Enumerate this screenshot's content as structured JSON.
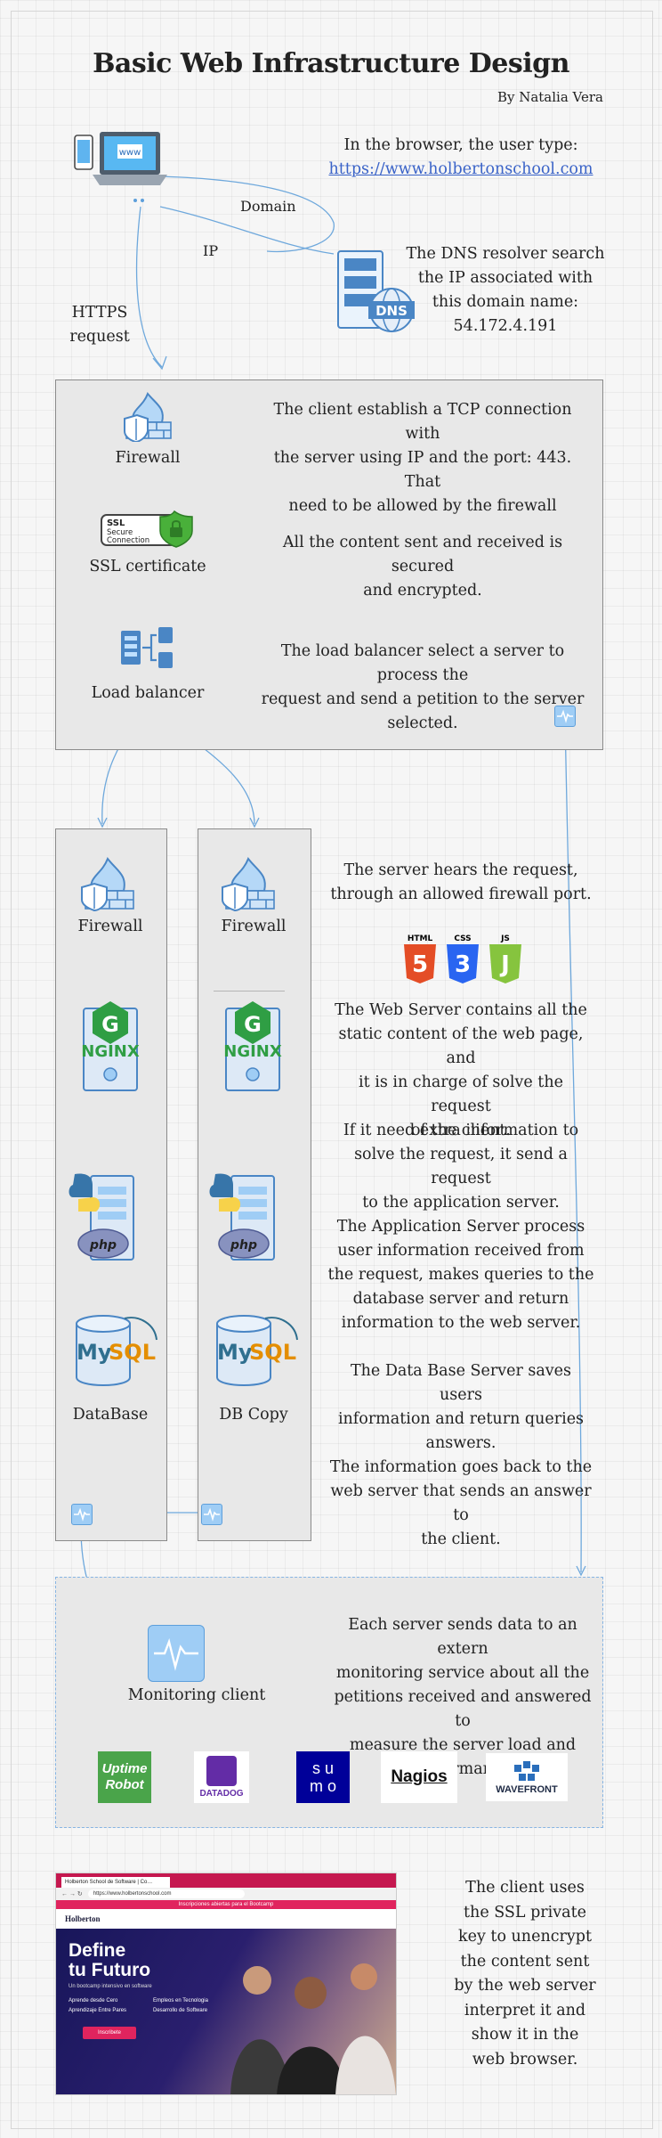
{
  "title": "Basic Web Infrastructure Design",
  "author": "By Natalia Vera",
  "browser_note": {
    "line1": "In the browser, the user type:",
    "url": "https://www.holbertonschool.com"
  },
  "labels": {
    "domain": "Domain",
    "ip": "IP",
    "https_line1": "HTTPS",
    "https_line2": "request"
  },
  "dns": {
    "icon_text": "DNS",
    "note_line1": "The DNS resolver search",
    "note_line2": "the  IP associated with",
    "note_line3": "this domain name:",
    "ip_value": "54.172.4.191"
  },
  "edge": {
    "firewall_label": "Firewall",
    "firewall_line1": "The client establish a TCP connection  with",
    "firewall_line2": "the server using IP and the port: 443. That",
    "firewall_line3": "need to be allowed by the firewall",
    "ssl_label": "SSL certificate",
    "ssl_badge_line1": "SSL",
    "ssl_badge_line2": "Secure",
    "ssl_badge_line3": "Connection",
    "ssl_line1": "All the content sent and received is secured",
    "ssl_line2": "and encrypted.",
    "lb_label": "Load balancer",
    "lb_line1": "The load balancer select a server to process the",
    "lb_line2": "request and send a petition to the server",
    "lb_line3": "selected."
  },
  "servers": {
    "s1_firewall": "Firewall",
    "s2_firewall": "Firewall",
    "s1_db": "DataBase",
    "s2_db": "DB Copy",
    "nginx_text": "NGINX",
    "php_text": "php",
    "mysql_my": "My",
    "mysql_sql": "SQL",
    "html_badge": "HTML",
    "css_badge": "CSS",
    "js_badge": "JS"
  },
  "explanations": {
    "firewall_line1": "The server hears the request,",
    "firewall_line2": "through an allowed firewall port.",
    "web_line1": "The Web Server contains all the",
    "web_line2": "static content of the web page, and",
    "web_line3": "it is in charge of solve the request",
    "web_line4": "of the client.",
    "extra_line1": "If it need extra information to",
    "extra_line2": "solve the request, it send a request",
    "extra_line3": "to the application server.",
    "app_line1": "The Application Server process",
    "app_line2": "user information received from",
    "app_line3": "the request, makes queries to the",
    "app_line4": "database server and return",
    "app_line5": "information to the web server.",
    "db_line1": "The Data Base Server saves users",
    "db_line2": "information and return queries",
    "db_line3": "answers.",
    "back_line1": "The information goes back to the",
    "back_line2": "web server that sends an answer to",
    "back_line3": "the client."
  },
  "monitoring": {
    "label": "Monitoring client",
    "line1": "Each server sends data to an extern",
    "line2": "monitoring service about all the",
    "line3": "petitions received and answered to",
    "line4": "measure the server load and",
    "line5": "performance.",
    "uptime_line1": "Uptime",
    "uptime_line2": "Robot",
    "datadog": "DATADOG",
    "sumo_line1": "s u",
    "sumo_line2": "m o",
    "nagios": "Nagios",
    "wavefront": "WAVEFRONT"
  },
  "website": {
    "tab_title": "Holberton School de Software | Co…",
    "address": "https://www.holbertonschool.com",
    "banner": "Inscripciones abiertas para el Bootcamp",
    "logo": "Holberton",
    "hero_line1": "Define",
    "hero_line2": "tu Futuro",
    "hero_sub": "Un bootcamp intensivo en software",
    "bullet1": "Aprende desde Cero",
    "bullet2": "Aprendizaje Entre Pares",
    "bullet3": "Empleos en Tecnologia",
    "bullet4": "Desarrollo de Software",
    "cta": "Inscribete"
  },
  "final": {
    "line1": "The client uses",
    "line2": "the SSL private",
    "line3": "key to unencrypt",
    "line4": "the content sent",
    "line5": "by the web server",
    "line6": "interpret it and",
    "line7": "show it in the",
    "line8": "web browser."
  },
  "colors": {
    "accent_blue": "#5d9fdb",
    "server_blue": "#4a86c5",
    "nginx_green": "#2f9e44",
    "mysql_blue": "#2f6f8f",
    "mysql_orange": "#e48e00"
  }
}
